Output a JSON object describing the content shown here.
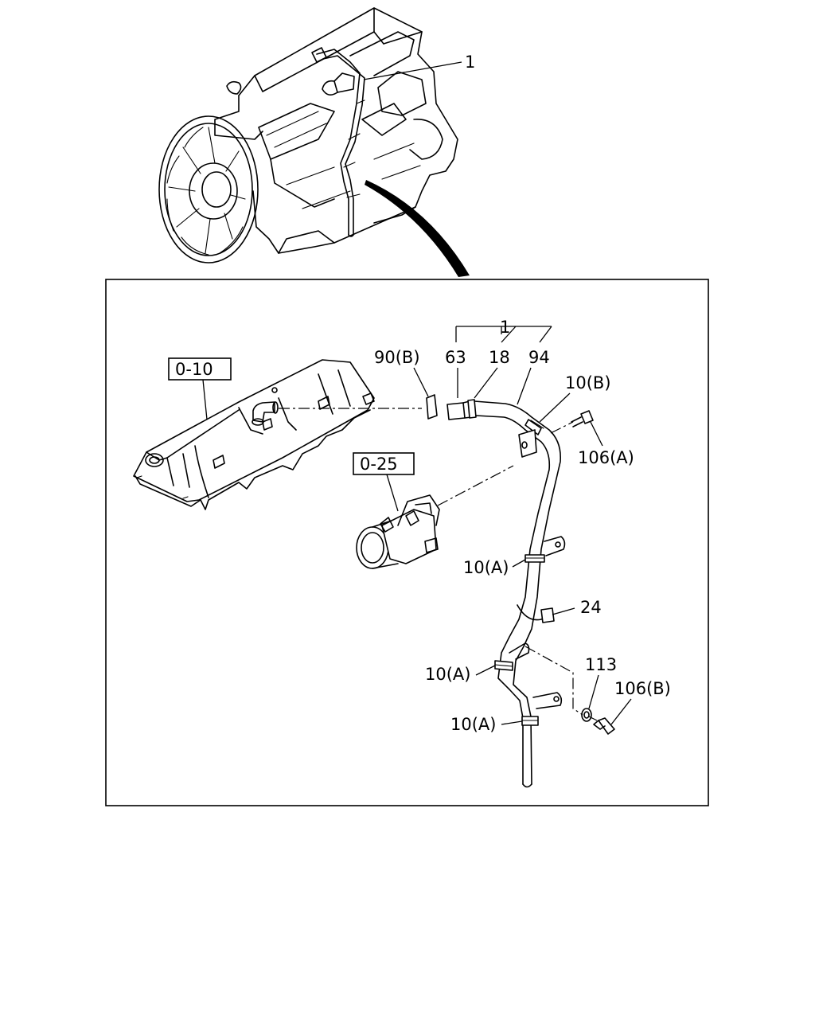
{
  "overview": {
    "callout": "1"
  },
  "detail": {
    "assembly_number": "1",
    "group_numbers": [
      "63",
      "18",
      "94"
    ],
    "ref_boxes": [
      "0-10",
      "0-25"
    ],
    "parts": {
      "p90b": "90(B)",
      "p10b": "10(B)",
      "p106a": "106(A)",
      "p10a_1": "10(A)",
      "p24": "24",
      "p113": "113",
      "p10a_2": "10(A)",
      "p106b": "106(B)",
      "p10a_3": "10(A)"
    }
  }
}
